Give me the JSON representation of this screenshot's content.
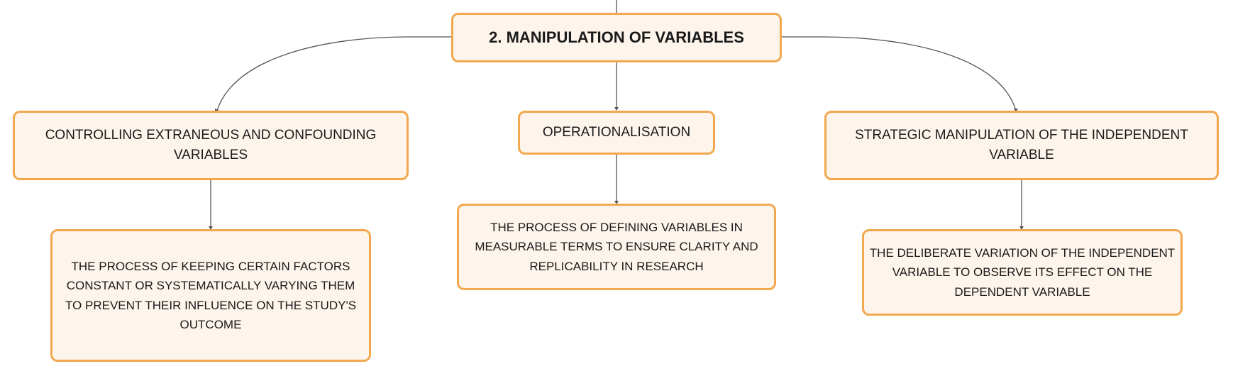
{
  "diagram": {
    "root": {
      "label": "2. MANIPULATION OF VARIABLES"
    },
    "branches": [
      {
        "label": "CONTROLLING EXTRANEOUS AND CONFOUNDING VARIABLES",
        "description": "THE PROCESS OF KEEPING CERTAIN FACTORS CONSTANT OR SYSTEMATICALLY VARYING THEM TO PREVENT THEIR INFLUENCE ON THE STUDY'S OUTCOME"
      },
      {
        "label": "OPERATIONALISATION",
        "description": "THE PROCESS OF DEFINING VARIABLES IN MEASURABLE TERMS TO ENSURE CLARITY AND REPLICABILITY IN RESEARCH"
      },
      {
        "label": "STRATEGIC MANIPULATION OF THE INDEPENDENT VARIABLE",
        "description": "THE DELIBERATE VARIATION OF THE INDEPENDENT VARIABLE TO OBSERVE ITS EFFECT ON THE DEPENDENT VARIABLE"
      }
    ],
    "colors": {
      "node_fill": "#fdf4ec",
      "node_border": "#f2a84e",
      "connector": "#555555"
    }
  }
}
